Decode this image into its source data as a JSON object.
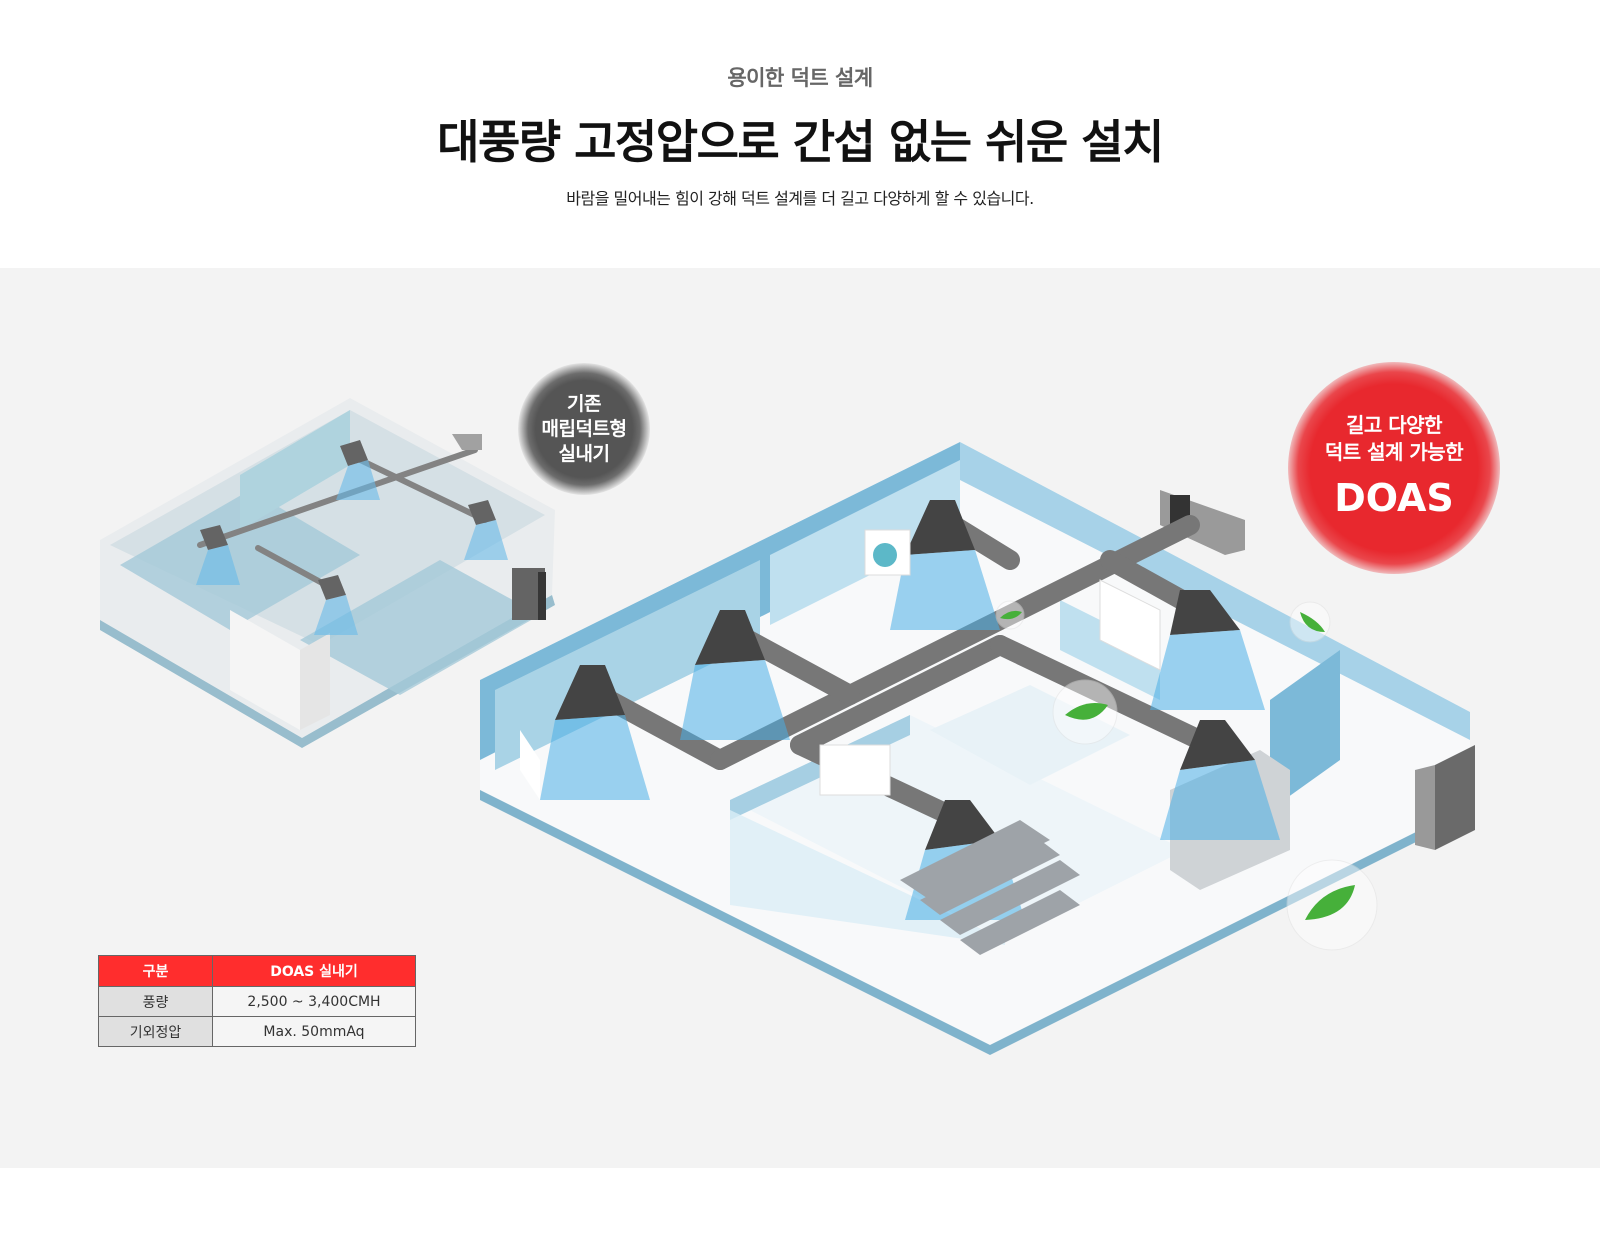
{
  "header": {
    "eyebrow": "용이한 덕트 설계",
    "headline": "대풍량 고정압으로 간섭 없는 쉬운 설치",
    "subtext": "바람을 밀어내는 힘이 강해 덕트 설계를 더 길고 다양하게 할 수 있습니다."
  },
  "badges": {
    "conventional": {
      "lines": [
        "기존",
        "매립덕트형",
        "실내기"
      ],
      "color": "#555555"
    },
    "doas": {
      "lines": [
        "길고 다양한",
        "덕트 설계 가능한"
      ],
      "big": "DOAS",
      "color": "#e8282e"
    }
  },
  "illustrations": {
    "left": "conventional-ducted-office-isometric",
    "right": "doas-office-isometric"
  },
  "spec_table": {
    "headers": [
      "구분",
      "DOAS 실내기"
    ],
    "rows": [
      [
        "풍량",
        "2,500 ~ 3,400CMH"
      ],
      [
        "기외정압",
        "Max. 50mmAq"
      ]
    ],
    "header_color": "#ff2d2d"
  }
}
